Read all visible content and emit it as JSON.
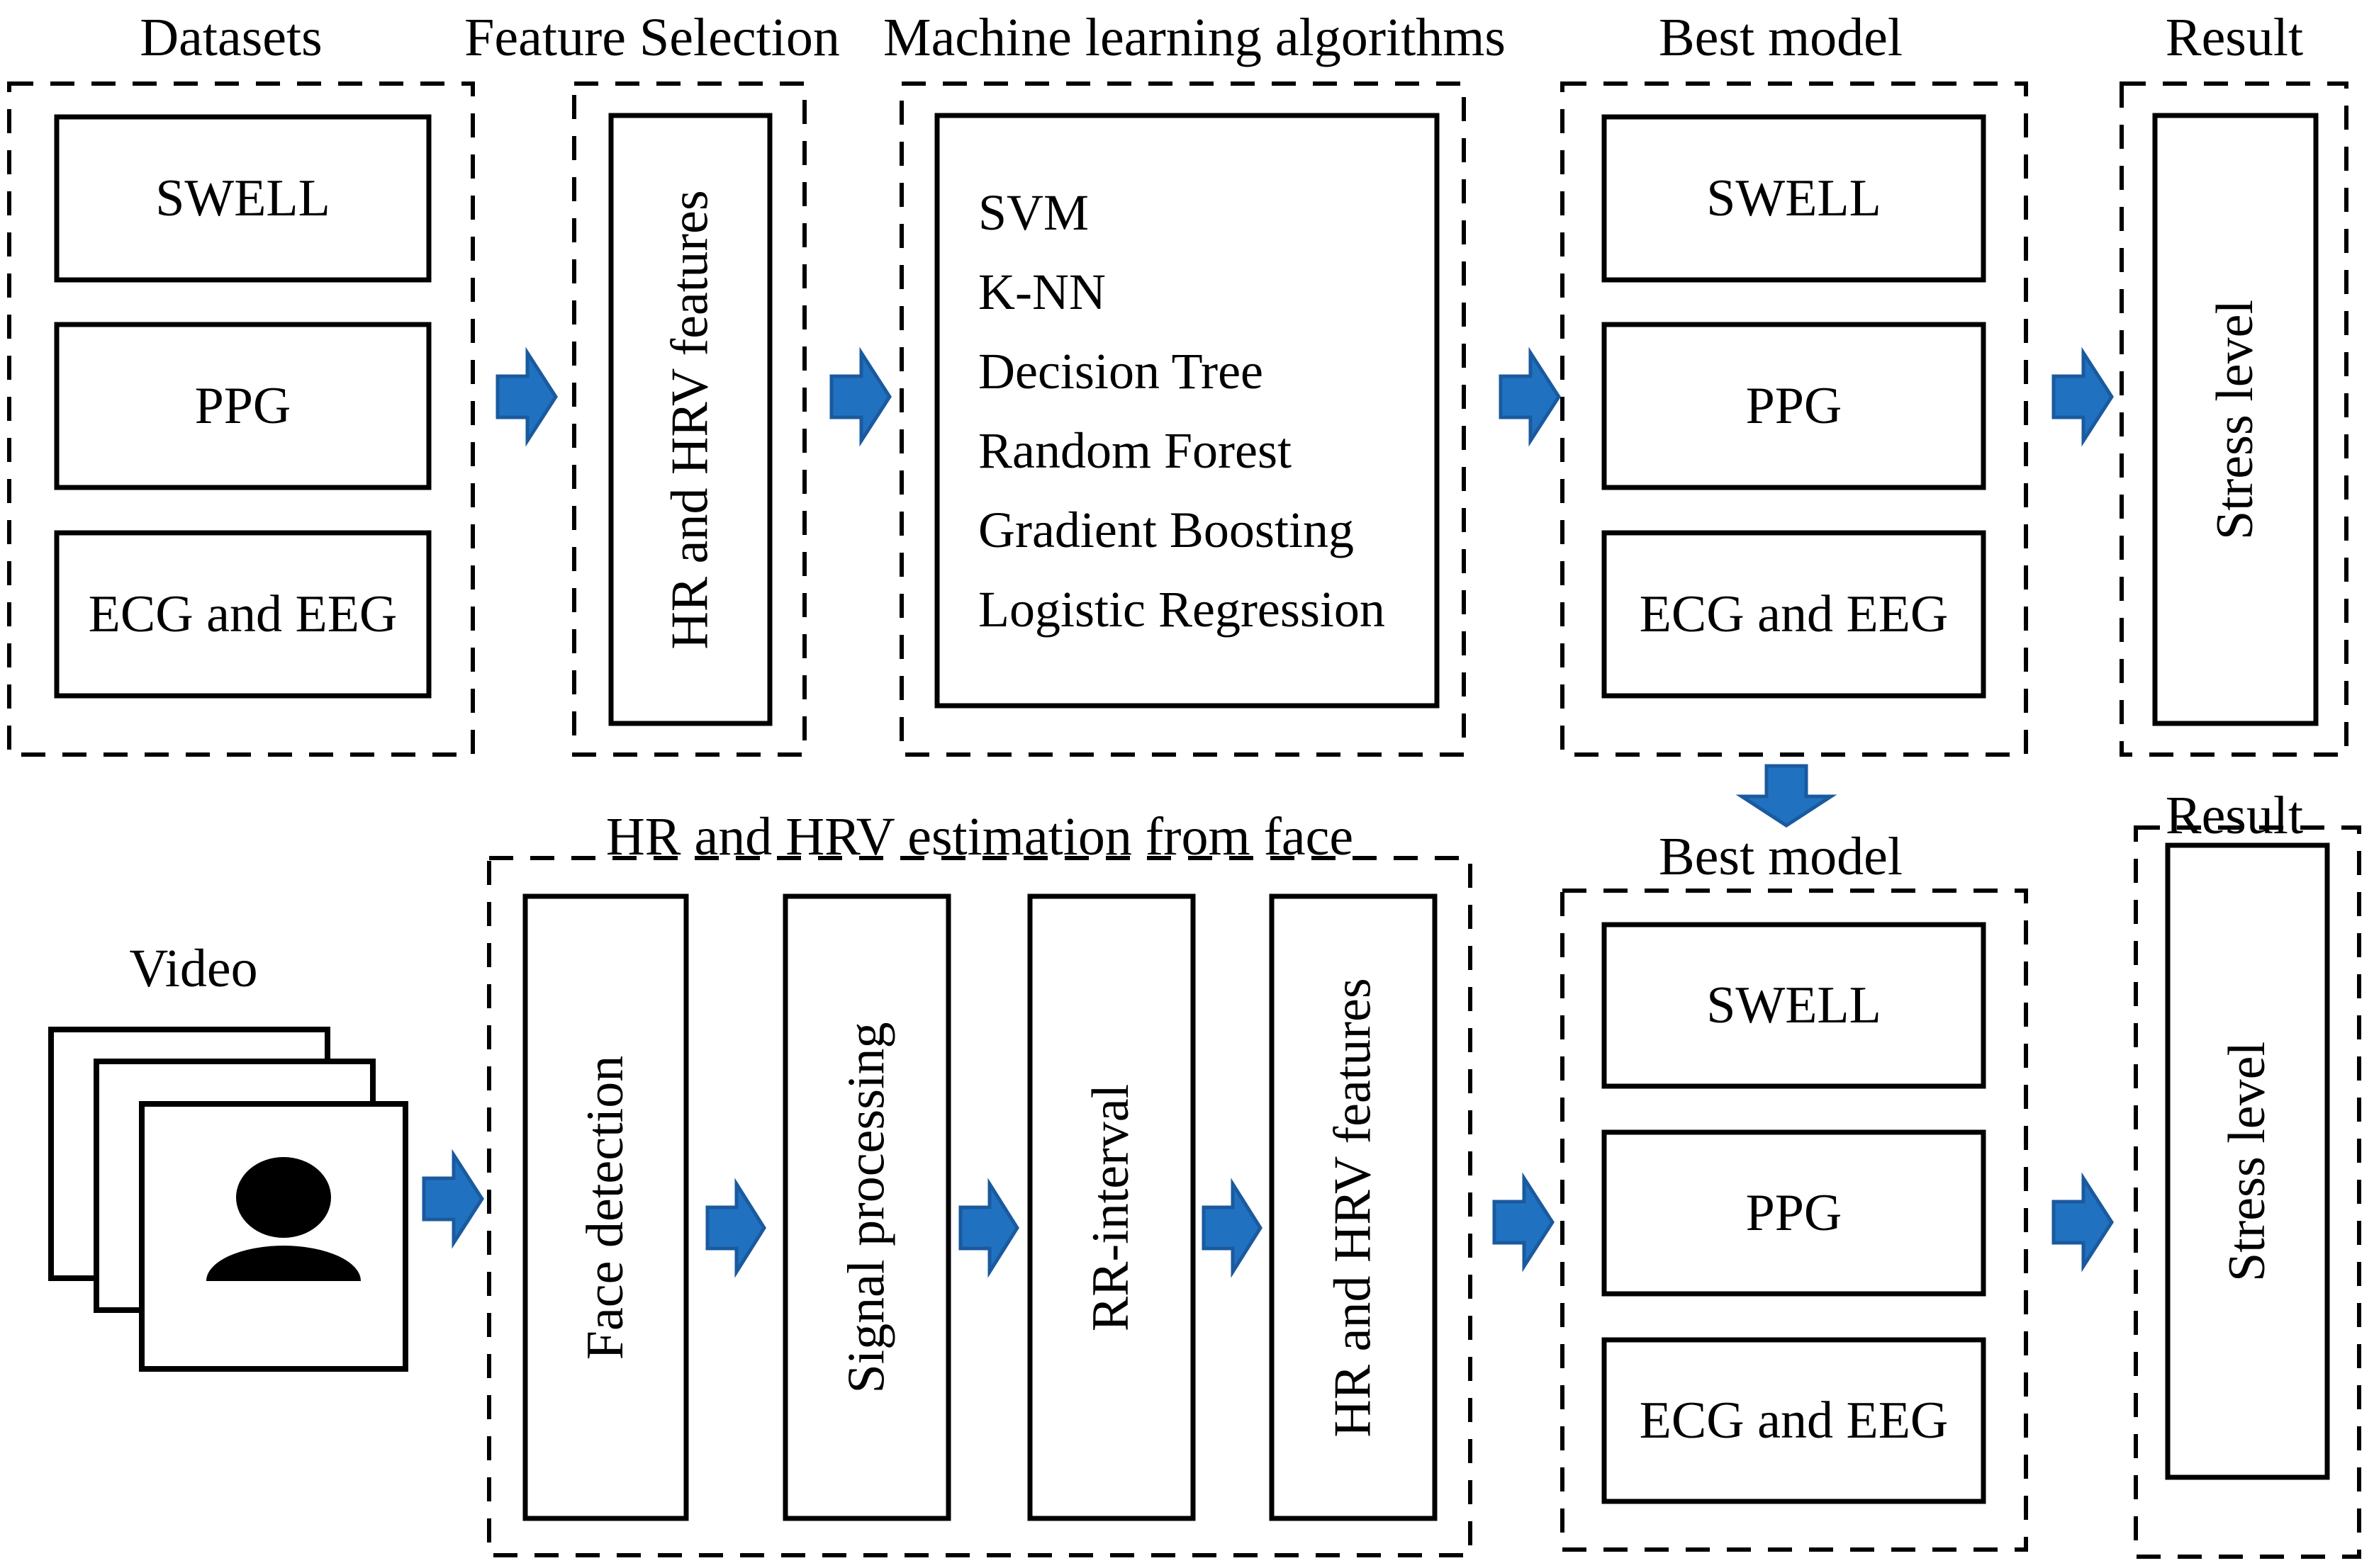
{
  "colors": {
    "arrow_fill": "#2171C1",
    "arrow_outline": "#1A5A9E",
    "line": "#000000",
    "background": "#FFFFFF"
  },
  "top_row": {
    "datasets": {
      "title": "Datasets",
      "boxes": [
        "SWELL",
        "PPG",
        "ECG and EEG"
      ]
    },
    "feature_selection": {
      "title": "Feature Selection",
      "box": "HR and HRV features"
    },
    "ml": {
      "title": "Machine learning algorithms",
      "items": [
        "SVM",
        "K-NN",
        "Decision Tree",
        "Random Forest",
        "Gradient Boosting",
        "Logistic Regression"
      ]
    },
    "best_model": {
      "title": "Best model",
      "boxes": [
        "SWELL",
        "PPG",
        "ECG and EEG"
      ]
    },
    "result": {
      "title": "Result",
      "box": "Stress level"
    }
  },
  "bottom_row": {
    "video": {
      "title": "Video"
    },
    "estimation": {
      "title": "HR and HRV estimation from face",
      "boxes": [
        "Face detection",
        "Signal processing",
        "RR-interval",
        "HR and HRV features"
      ]
    },
    "best_model": {
      "title": "Best model",
      "boxes": [
        "SWELL",
        "PPG",
        "ECG and EEG"
      ]
    },
    "result": {
      "title": "Result",
      "box": "Stress level"
    }
  }
}
